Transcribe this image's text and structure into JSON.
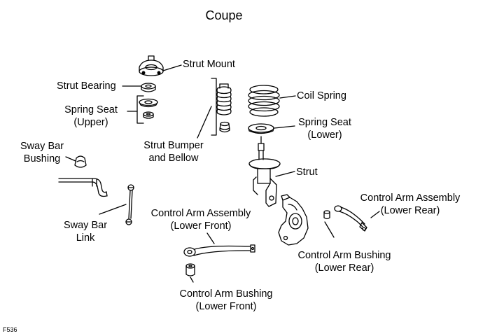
{
  "title": "Coupe",
  "figure_id": "F536",
  "labels": {
    "strut_mount": "Strut Mount",
    "strut_bearing": "Strut Bearing",
    "spring_seat_upper": [
      "Spring Seat",
      "(Upper)"
    ],
    "sway_bar_bushing": [
      "Sway Bar",
      "Bushing"
    ],
    "strut_bumper_bellow": [
      "Strut Bumper",
      "and Bellow"
    ],
    "coil_spring": "Coil Spring",
    "spring_seat_lower": [
      "Spring Seat",
      "(Lower)"
    ],
    "strut": "Strut",
    "sway_bar_link": [
      "Sway Bar",
      "Link"
    ],
    "control_arm_assembly_lower_front": [
      "Control Arm Assembly",
      "(Lower Front)"
    ],
    "control_arm_assembly_lower_rear": [
      "Control Arm Assembly",
      "(Lower Rear)"
    ],
    "control_arm_bushing_lower_rear": [
      "Control Arm Bushing",
      "(Lower Rear)"
    ],
    "control_arm_bushing_lower_front": [
      "Control Arm Bushing",
      "(Lower Front)"
    ]
  },
  "colors": {
    "line": "#000000",
    "background": "#ffffff"
  }
}
